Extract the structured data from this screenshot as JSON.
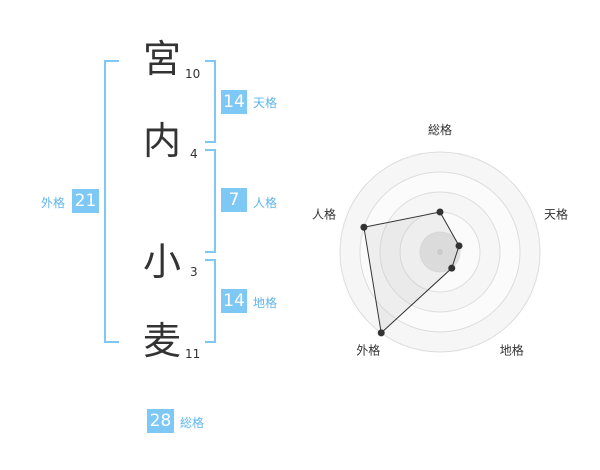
{
  "name": {
    "chars": [
      {
        "char": "宮",
        "strokes": "10"
      },
      {
        "char": "内",
        "strokes": "4"
      },
      {
        "char": "小",
        "strokes": "3"
      },
      {
        "char": "麦",
        "strokes": "11"
      }
    ]
  },
  "fortunes": {
    "tenkaku": {
      "value": "14",
      "label": "天格"
    },
    "jinkaku": {
      "value": "7",
      "label": "人格"
    },
    "chikaku": {
      "value": "14",
      "label": "地格"
    },
    "gaikaku": {
      "value": "21",
      "label": "外格"
    },
    "soukaku": {
      "value": "28",
      "label": "総格"
    }
  },
  "chart_data": {
    "type": "radar",
    "axes": [
      "総格",
      "天格",
      "地格",
      "外格",
      "人格"
    ],
    "values": [
      2,
      1,
      1,
      5,
      4
    ],
    "max": 5,
    "rings": 5
  },
  "colors": {
    "accent": "#7ec8f6",
    "label": "#5db5ee",
    "text": "#333333",
    "ring_fill": "#f0f0f0",
    "ring_stroke": "#dddddd"
  }
}
